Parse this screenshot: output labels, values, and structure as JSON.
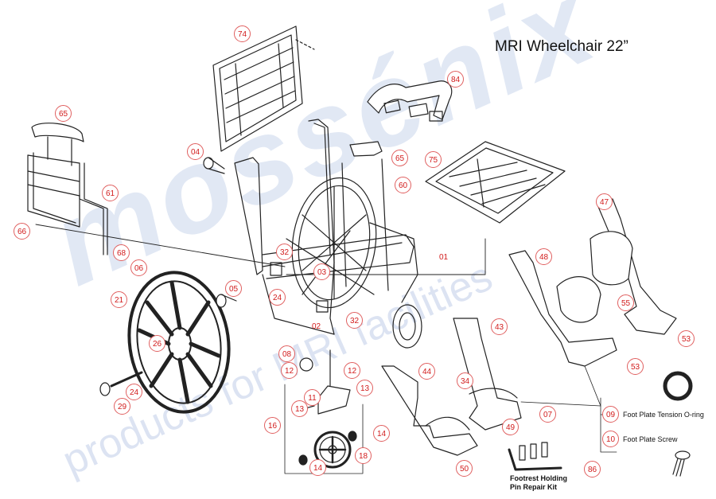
{
  "title": "MRI Wheelchair 22”",
  "watermark": {
    "brand": "mossénix",
    "tagline": "products for MRI facilities"
  },
  "callouts": {
    "c74": "74",
    "c84": "84",
    "c65a": "65",
    "c65b": "65",
    "c04": "04",
    "c75": "75",
    "c61": "61",
    "c60": "60",
    "c66": "66",
    "c47": "47",
    "c68": "68",
    "c32a": "32",
    "c01": "01",
    "c48": "48",
    "c06": "06",
    "c03": "03",
    "c05": "05",
    "c24a": "24",
    "c21": "21",
    "c02": "02",
    "c32b": "32",
    "c55": "55",
    "c43": "43",
    "c26": "26",
    "c08": "08",
    "c53a": "53",
    "c12a": "12",
    "c12b": "12",
    "c53b": "53",
    "c44": "44",
    "c34": "34",
    "c13a": "13",
    "c11": "11",
    "c24b": "24",
    "c29": "29",
    "c13b": "13",
    "c07": "07",
    "c09": "09",
    "c16": "16",
    "c49": "49",
    "c14a": "14",
    "c10": "10",
    "c18": "18",
    "c50": "50",
    "c14b": "14",
    "c86": "86"
  },
  "notes": {
    "tension": "Foot Plate Tension O-ring",
    "screw": "Foot Plate Screw",
    "kit_line1": "Footrest Holding",
    "kit_line2": "Pin Repair Kit"
  }
}
